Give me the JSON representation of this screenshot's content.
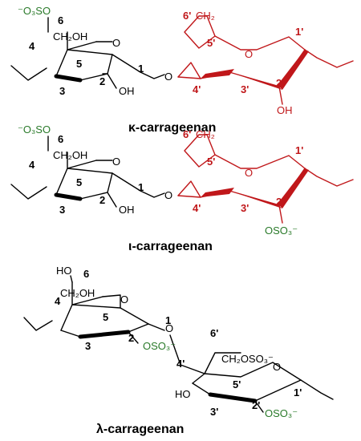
{
  "colors": {
    "black": "#000000",
    "red": "#c0171a",
    "green": "#2a7a2a",
    "glow": "#f6cdcd"
  },
  "kappa": {
    "title": "κ-carrageenan",
    "sulfate_4": "⁻O₃SO",
    "ch2oh": "CH₂OH",
    "oh_2": "OH",
    "o_ring": "O",
    "o_link": "O",
    "ch2_6p": "CH₂",
    "o_right": "O",
    "oh_2p": "OH",
    "labels": [
      "6",
      "4",
      "5",
      "3",
      "2",
      "1",
      "6'",
      "5'",
      "1'",
      "4'",
      "3'",
      "2'"
    ]
  },
  "iota": {
    "title": "ι-carrageenan",
    "sulfate_4": "⁻O₃SO",
    "ch2oh": "CH₂OH",
    "oh_2": "OH",
    "o_ring": "O",
    "o_link": "O",
    "ch2_6p": "CH₂",
    "o_right": "O",
    "sulfate_2p": "OSO₃⁻",
    "labels": [
      "6",
      "4",
      "5",
      "3",
      "2",
      "1",
      "6'",
      "5'",
      "1'",
      "4'",
      "3'",
      "2'"
    ]
  },
  "lambda": {
    "title": "λ-carrageenan",
    "ho_4": "HO",
    "ch2oh": "CH₂OH",
    "o_ring": "O",
    "sulfate_2": "OSO₃⁻",
    "o_link": "O",
    "ch2oso3": "CH₂OSO₃⁻",
    "o_ring2": "O",
    "ho_3p": "HO",
    "sulfate_2p": "OSO₃⁻",
    "labels": [
      "6",
      "4",
      "5",
      "3",
      "2",
      "1",
      "6'",
      "4'",
      "5'",
      "3'",
      "2'",
      "1'"
    ]
  }
}
